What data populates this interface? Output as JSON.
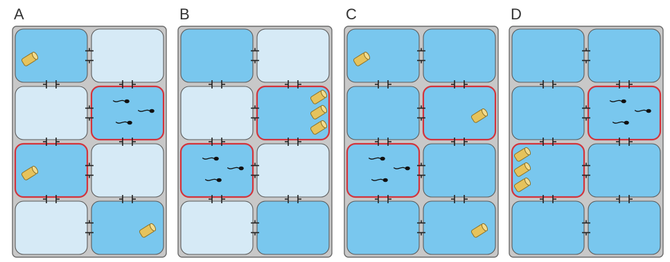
{
  "colors": {
    "frame": "#c8c8c8",
    "frame_stroke": "#6b6b6b",
    "chamber_dark": "#79c7ee",
    "chamber_light": "#d6eaf6",
    "chamber_stroke": "#5a5a5a",
    "highlight_stroke": "#d2343c",
    "gate": "#222222",
    "tube_fill": "#e6c35c",
    "tube_stroke": "#8a7026",
    "tadpole": "#111111"
  },
  "icons": {
    "gate": "gate-icon",
    "food": "food-tube-icon",
    "tadpole": "tadpole-icon"
  },
  "panels": [
    {
      "label": "A",
      "chambers": [
        {
          "row": 0,
          "col": 0,
          "shade": "dark",
          "highlight": false,
          "food": 1,
          "tadpoles": 0
        },
        {
          "row": 0,
          "col": 1,
          "shade": "light",
          "highlight": false,
          "food": 0,
          "tadpoles": 0
        },
        {
          "row": 1,
          "col": 0,
          "shade": "light",
          "highlight": false,
          "food": 0,
          "tadpoles": 0
        },
        {
          "row": 1,
          "col": 1,
          "shade": "dark",
          "highlight": true,
          "food": 0,
          "tadpoles": 3
        },
        {
          "row": 2,
          "col": 0,
          "shade": "dark",
          "highlight": true,
          "food": 1,
          "tadpoles": 0
        },
        {
          "row": 2,
          "col": 1,
          "shade": "light",
          "highlight": false,
          "food": 0,
          "tadpoles": 0
        },
        {
          "row": 3,
          "col": 0,
          "shade": "light",
          "highlight": false,
          "food": 0,
          "tadpoles": 0
        },
        {
          "row": 3,
          "col": 1,
          "shade": "dark",
          "highlight": false,
          "food": 1,
          "tadpoles": 0
        }
      ]
    },
    {
      "label": "B",
      "chambers": [
        {
          "row": 0,
          "col": 0,
          "shade": "dark",
          "highlight": false,
          "food": 0,
          "tadpoles": 0
        },
        {
          "row": 0,
          "col": 1,
          "shade": "light",
          "highlight": false,
          "food": 0,
          "tadpoles": 0
        },
        {
          "row": 1,
          "col": 0,
          "shade": "light",
          "highlight": false,
          "food": 0,
          "tadpoles": 0
        },
        {
          "row": 1,
          "col": 1,
          "shade": "dark",
          "highlight": true,
          "food": 3,
          "tadpoles": 0
        },
        {
          "row": 2,
          "col": 0,
          "shade": "dark",
          "highlight": true,
          "food": 0,
          "tadpoles": 3
        },
        {
          "row": 2,
          "col": 1,
          "shade": "light",
          "highlight": false,
          "food": 0,
          "tadpoles": 0
        },
        {
          "row": 3,
          "col": 0,
          "shade": "light",
          "highlight": false,
          "food": 0,
          "tadpoles": 0
        },
        {
          "row": 3,
          "col": 1,
          "shade": "dark",
          "highlight": false,
          "food": 0,
          "tadpoles": 0
        }
      ]
    },
    {
      "label": "C",
      "chambers": [
        {
          "row": 0,
          "col": 0,
          "shade": "dark",
          "highlight": false,
          "food": 1,
          "tadpoles": 0
        },
        {
          "row": 0,
          "col": 1,
          "shade": "dark",
          "highlight": false,
          "food": 0,
          "tadpoles": 0
        },
        {
          "row": 1,
          "col": 0,
          "shade": "dark",
          "highlight": false,
          "food": 0,
          "tadpoles": 0
        },
        {
          "row": 1,
          "col": 1,
          "shade": "dark",
          "highlight": true,
          "food": 1,
          "tadpoles": 0
        },
        {
          "row": 2,
          "col": 0,
          "shade": "dark",
          "highlight": true,
          "food": 0,
          "tadpoles": 3
        },
        {
          "row": 2,
          "col": 1,
          "shade": "dark",
          "highlight": false,
          "food": 0,
          "tadpoles": 0
        },
        {
          "row": 3,
          "col": 0,
          "shade": "dark",
          "highlight": false,
          "food": 0,
          "tadpoles": 0
        },
        {
          "row": 3,
          "col": 1,
          "shade": "dark",
          "highlight": false,
          "food": 1,
          "tadpoles": 0
        }
      ]
    },
    {
      "label": "D",
      "chambers": [
        {
          "row": 0,
          "col": 0,
          "shade": "dark",
          "highlight": false,
          "food": 0,
          "tadpoles": 0
        },
        {
          "row": 0,
          "col": 1,
          "shade": "dark",
          "highlight": false,
          "food": 0,
          "tadpoles": 0
        },
        {
          "row": 1,
          "col": 0,
          "shade": "dark",
          "highlight": false,
          "food": 0,
          "tadpoles": 0
        },
        {
          "row": 1,
          "col": 1,
          "shade": "dark",
          "highlight": true,
          "food": 0,
          "tadpoles": 3
        },
        {
          "row": 2,
          "col": 0,
          "shade": "dark",
          "highlight": true,
          "food": 3,
          "tadpoles": 0
        },
        {
          "row": 2,
          "col": 1,
          "shade": "dark",
          "highlight": false,
          "food": 0,
          "tadpoles": 0
        },
        {
          "row": 3,
          "col": 0,
          "shade": "dark",
          "highlight": false,
          "food": 0,
          "tadpoles": 0
        },
        {
          "row": 3,
          "col": 1,
          "shade": "dark",
          "highlight": false,
          "food": 0,
          "tadpoles": 0
        }
      ]
    }
  ]
}
